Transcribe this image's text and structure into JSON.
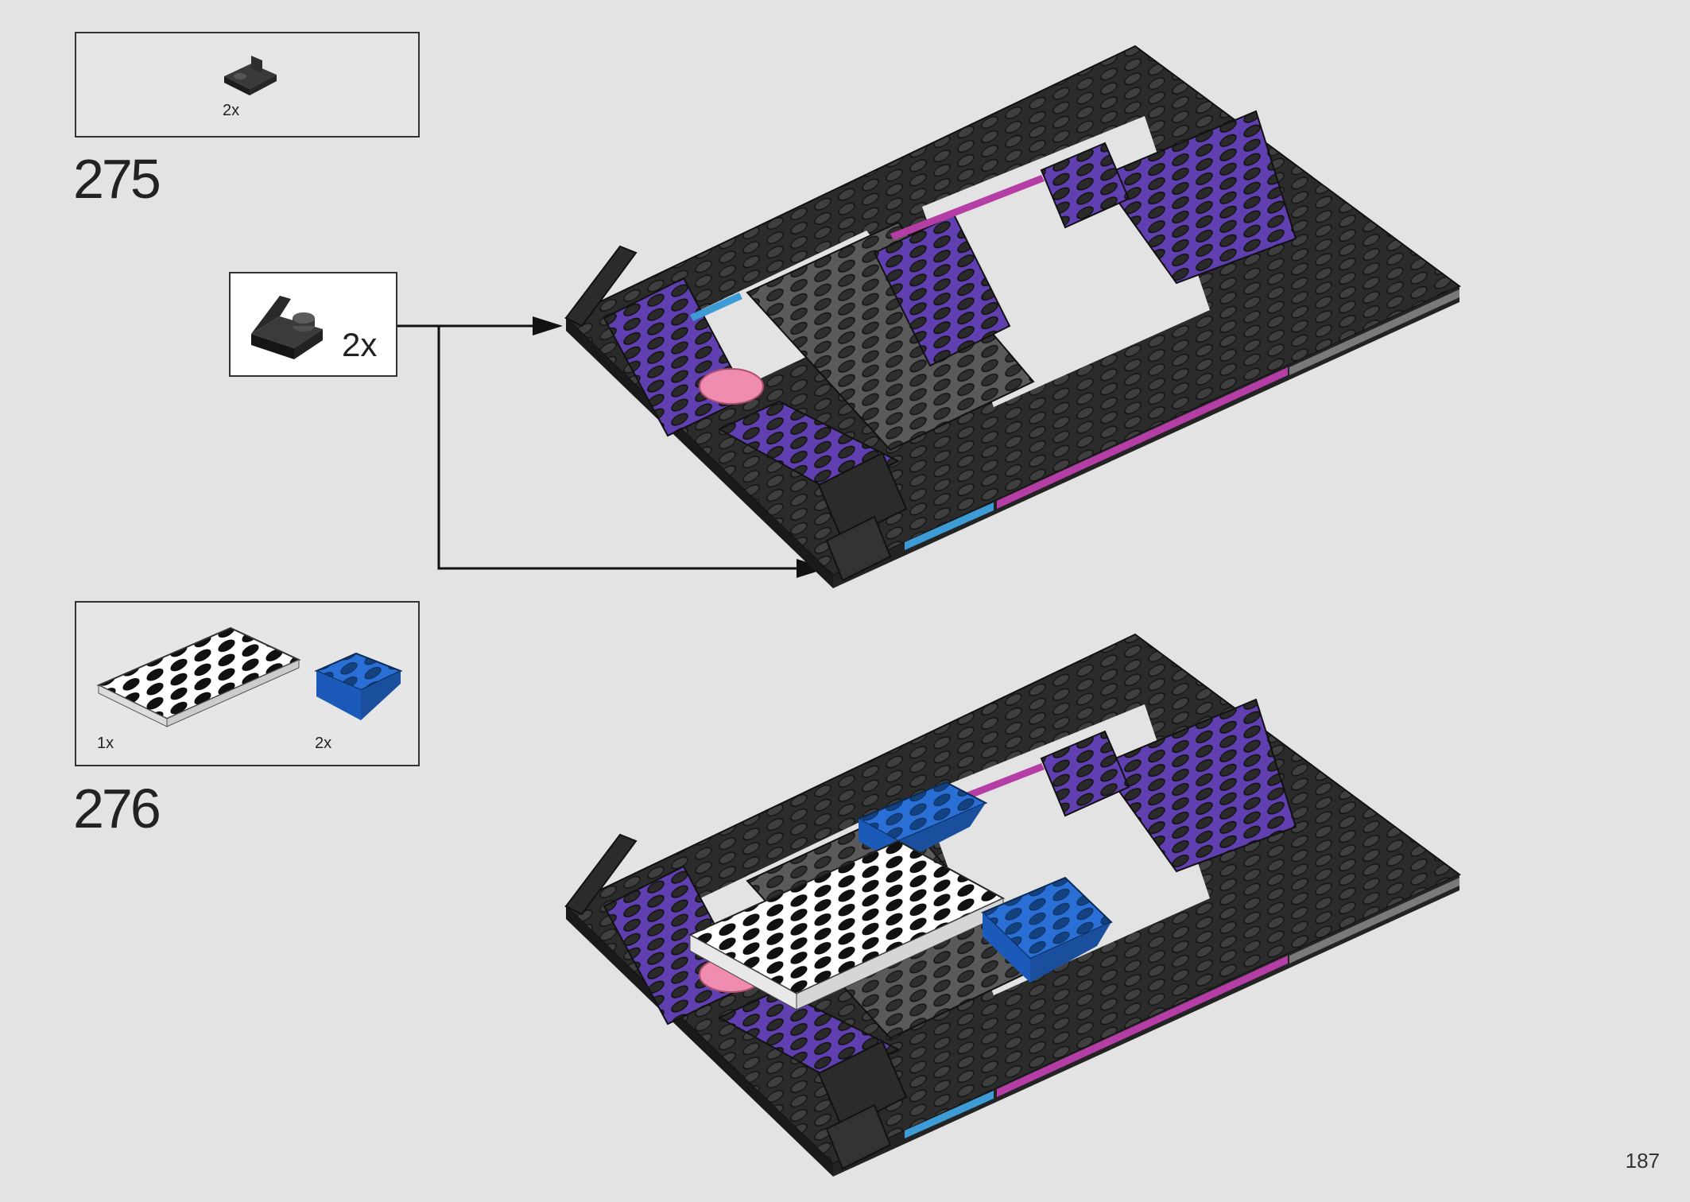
{
  "page": {
    "number": "187"
  },
  "steps": [
    {
      "number": "275",
      "parts": [
        {
          "icon": "black-jumper-plate-icon",
          "quantity": "2x"
        }
      ],
      "callout": {
        "icon": "black-slope-brick-icon",
        "quantity": "2x"
      }
    },
    {
      "number": "276",
      "parts": [
        {
          "icon": "white-plate-4x8-icon",
          "quantity": "1x"
        },
        {
          "icon": "blue-inverted-slope-icon",
          "quantity": "2x"
        }
      ]
    }
  ],
  "colors": {
    "background": "#e3e3e3",
    "black": "#2b2b2b",
    "dark_gray": "#565656",
    "purple": "#5b3aa8",
    "magenta": "#b53ea6",
    "azure": "#3d9bd6",
    "blue": "#1f66cc",
    "white": "#ffffff",
    "pink": "#f08cb0"
  }
}
